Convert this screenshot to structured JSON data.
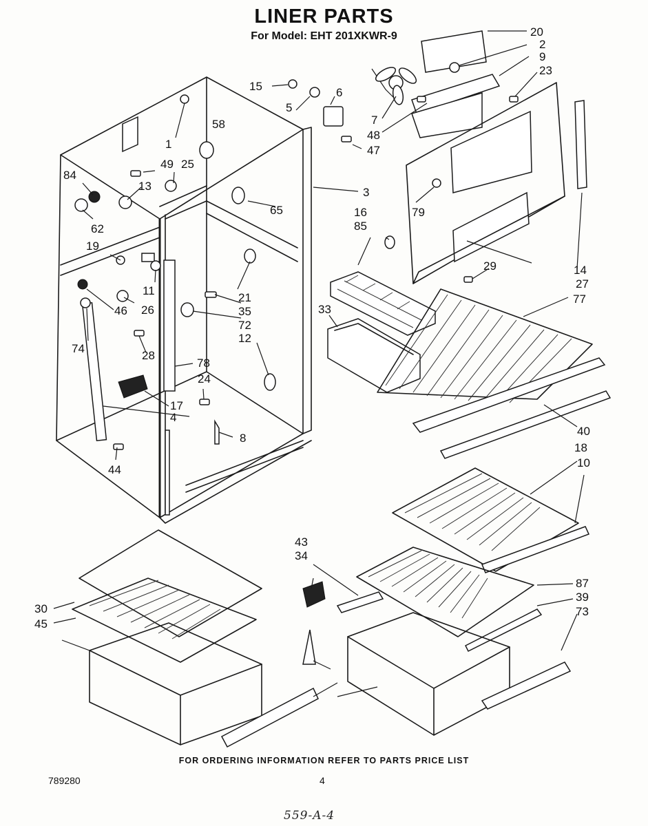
{
  "header": {
    "title": "LINER PARTS",
    "model": "For Model: EHT 201XKWR-9"
  },
  "footer": {
    "note": "FOR ORDERING INFORMATION REFER TO PARTS PRICE LIST",
    "doc_number": "789280",
    "page_number": "4",
    "handwritten": "559-A-4"
  },
  "callouts": [
    "20",
    "2",
    "9",
    "23",
    "15",
    "5",
    "6",
    "1",
    "58",
    "7",
    "48",
    "47",
    "49",
    "25",
    "84",
    "13",
    "3",
    "62",
    "65",
    "16",
    "85",
    "79",
    "19",
    "29",
    "14",
    "11",
    "21",
    "27",
    "77",
    "26",
    "46",
    "35",
    "33",
    "72",
    "12",
    "74",
    "28",
    "78",
    "24",
    "17",
    "4",
    "8",
    "40",
    "18",
    "44",
    "10",
    "43",
    "34",
    "87",
    "39",
    "30",
    "73",
    "45"
  ]
}
